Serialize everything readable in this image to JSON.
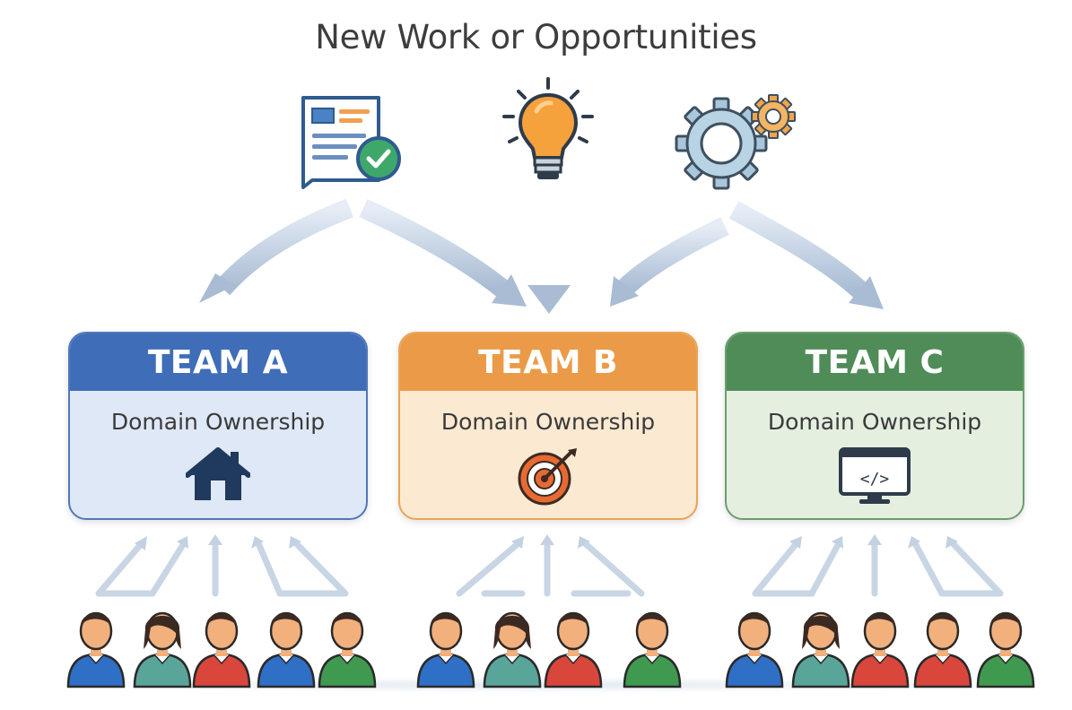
{
  "title": "New Work or Opportunities",
  "sources": [
    {
      "name": "document-check-icon"
    },
    {
      "name": "lightbulb-icon"
    },
    {
      "name": "gears-icon"
    }
  ],
  "teams": [
    {
      "name": "TEAM A",
      "subtitle": "Domain Ownership",
      "icon": "house-icon",
      "color": "#3f6db8",
      "members": 5
    },
    {
      "name": "TEAM B",
      "subtitle": "Domain Ownership",
      "icon": "target-icon",
      "color": "#eb9b48",
      "members": 4
    },
    {
      "name": "TEAM C",
      "subtitle": "Domain Ownership",
      "icon": "code-monitor-icon",
      "color": "#4f8c57",
      "members": 5
    }
  ],
  "colors": {
    "arrow": "#b8c8dc",
    "shirt_blue": "#2f6fc6",
    "shirt_teal": "#5aa59a",
    "shirt_red": "#d9463c",
    "shirt_green": "#3f9a50",
    "skin": "#f2b07c",
    "hair": "#3b2a22"
  }
}
